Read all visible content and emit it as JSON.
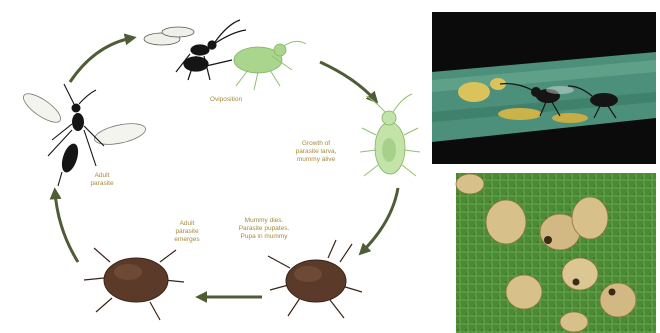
{
  "stages": [
    {
      "id": "oviposition",
      "label": "Oviposition"
    },
    {
      "id": "larva",
      "label": "Growth of\nparasite larva,\nmummy alive"
    },
    {
      "id": "mummy",
      "label": "Mummy dies.\nParasite pupates.\nPupa in mummy"
    },
    {
      "id": "emerges",
      "label": "Adult\nparasite\nemerges"
    },
    {
      "id": "adult",
      "label": "Adult\nparasite"
    }
  ],
  "colors": {
    "arrow": "#4f5d37",
    "label": "#a68a3a",
    "aphid_green": "#a9d68c",
    "mummy_brown": "#5b3a2a",
    "wasp_black": "#151515",
    "leaf_green": "#4f8f3a",
    "mummy_tan": "#d7c08a"
  },
  "photos": [
    {
      "id": "photo-wasp-on-aphids",
      "subject": "parasitoid wasp ovipositing into aphids on grass blade"
    },
    {
      "id": "photo-aphid-mummies",
      "subject": "cluster of tan aphid mummies with emergence holes on leaf"
    }
  ]
}
